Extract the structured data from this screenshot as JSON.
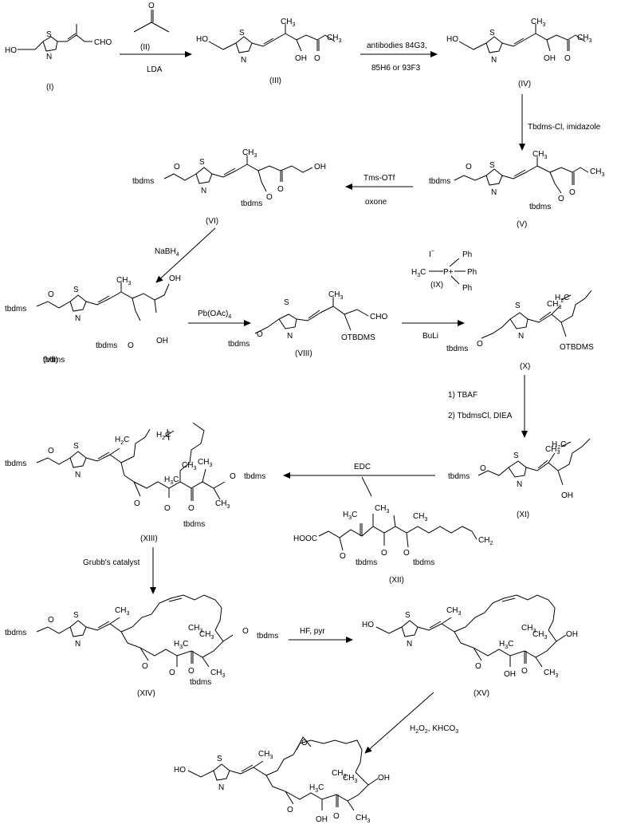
{
  "title": "Total synthesis scheme of an epothilone analogue",
  "compounds": [
    {
      "id": "I",
      "label": "(I)",
      "groups": [
        "HO",
        "S",
        "N",
        "CHO"
      ]
    },
    {
      "id": "II",
      "label": "(II)"
    },
    {
      "id": "III",
      "label": "(III)",
      "groups": [
        "HO",
        "S",
        "N",
        "OH",
        "O"
      ]
    },
    {
      "id": "IV",
      "label": "(IV)",
      "groups": [
        "HO",
        "S",
        "N",
        "OH",
        "O"
      ]
    },
    {
      "id": "V",
      "label": "(V)",
      "groups": [
        "tbdms",
        "O",
        "S",
        "N",
        "tbdms",
        "O",
        "O"
      ]
    },
    {
      "id": "VI",
      "label": "(VI)",
      "groups": [
        "tbdms",
        "O",
        "S",
        "N",
        "tbdms",
        "O",
        "O",
        "OH"
      ]
    },
    {
      "id": "VII",
      "label": "(VII)",
      "groups": [
        "tbdms",
        "O",
        "S",
        "N",
        "tbdms",
        "O",
        "OH",
        "OH"
      ]
    },
    {
      "id": "VIII",
      "label": "(VIII)",
      "groups": [
        "tbdms",
        "O",
        "S",
        "N",
        "OTBDMS",
        "CHO"
      ]
    },
    {
      "id": "IX",
      "label": "(IX)",
      "groups": [
        "I",
        "Ph",
        "Ph",
        "Ph",
        "P+"
      ]
    },
    {
      "id": "X",
      "label": "(X)",
      "groups": [
        "tbdms",
        "O",
        "S",
        "N",
        "OTBDMS"
      ]
    },
    {
      "id": "XI",
      "label": "(XI)",
      "groups": [
        "tbdms",
        "O",
        "S",
        "N",
        "OH"
      ]
    },
    {
      "id": "XII",
      "label": "(XII)",
      "groups": [
        "HOOC",
        "O",
        "tbdms",
        "O",
        "tbdms"
      ]
    },
    {
      "id": "XIII",
      "label": "(XIII)",
      "groups": [
        "tbdms",
        "O",
        "S",
        "N",
        "O",
        "tbdms",
        "O",
        "O",
        "tbdms"
      ]
    },
    {
      "id": "XIV",
      "label": "(XIV)",
      "groups": [
        "tbdms",
        "O",
        "S",
        "N",
        "O",
        "tbdms",
        "O",
        "O",
        "tbdms"
      ]
    },
    {
      "id": "XV",
      "label": "(XV)",
      "groups": [
        "HO",
        "S",
        "N",
        "O",
        "OH",
        "O",
        "OH"
      ]
    },
    {
      "id": "XVI",
      "label": "",
      "groups": [
        "HO",
        "S",
        "N",
        "O",
        "O",
        "OH",
        "O",
        "OH"
      ]
    }
  ],
  "reactions": [
    {
      "from": "I",
      "to": "III",
      "reagents": [
        "(II)",
        "LDA"
      ]
    },
    {
      "from": "III",
      "to": "IV",
      "reagents": [
        "antibodies 84G3,",
        "85H6 or 93F3"
      ]
    },
    {
      "from": "IV",
      "to": "V",
      "reagents": [
        "Tbdms-Cl, imidazole"
      ]
    },
    {
      "from": "V",
      "to": "VI",
      "reagents": [
        "Tms-OTf",
        "oxone"
      ]
    },
    {
      "from": "VI",
      "to": "VII",
      "reagents": [
        "NaBH4"
      ]
    },
    {
      "from": "VII",
      "to": "VIII",
      "reagents": [
        "Pb(OAc)4"
      ]
    },
    {
      "from": "VIII",
      "to": "X",
      "reagents": [
        "(IX)",
        "BuLi"
      ]
    },
    {
      "from": "X",
      "to": "XI",
      "reagents": [
        "1) TBAF",
        "2) TbdmsCl, DIEA"
      ]
    },
    {
      "from": "XI",
      "to": "XIII",
      "reagents": [
        "EDC",
        "(XII)"
      ]
    },
    {
      "from": "XIII",
      "to": "XIV",
      "reagents": [
        "Grubb's catalyst"
      ]
    },
    {
      "from": "XIV",
      "to": "XV",
      "reagents": [
        "HF, pyr"
      ]
    },
    {
      "from": "XV",
      "to": "XVI",
      "reagents": [
        "H2O2, KHCO3"
      ]
    }
  ],
  "text": {
    "CH3": "CH",
    "H3C": "H",
    "C": "C",
    "CH2": "CH",
    "H2C": "H",
    "three": "3",
    "two": "2",
    "four": "4",
    "NaBH": "NaBH",
    "PbOAc": "Pb(OAc)",
    "H2O2_a": "H",
    "H2O2_b": "O",
    "H2O2_c": ", KHCO",
    "Iminus": "I",
    "minus": "−"
  }
}
